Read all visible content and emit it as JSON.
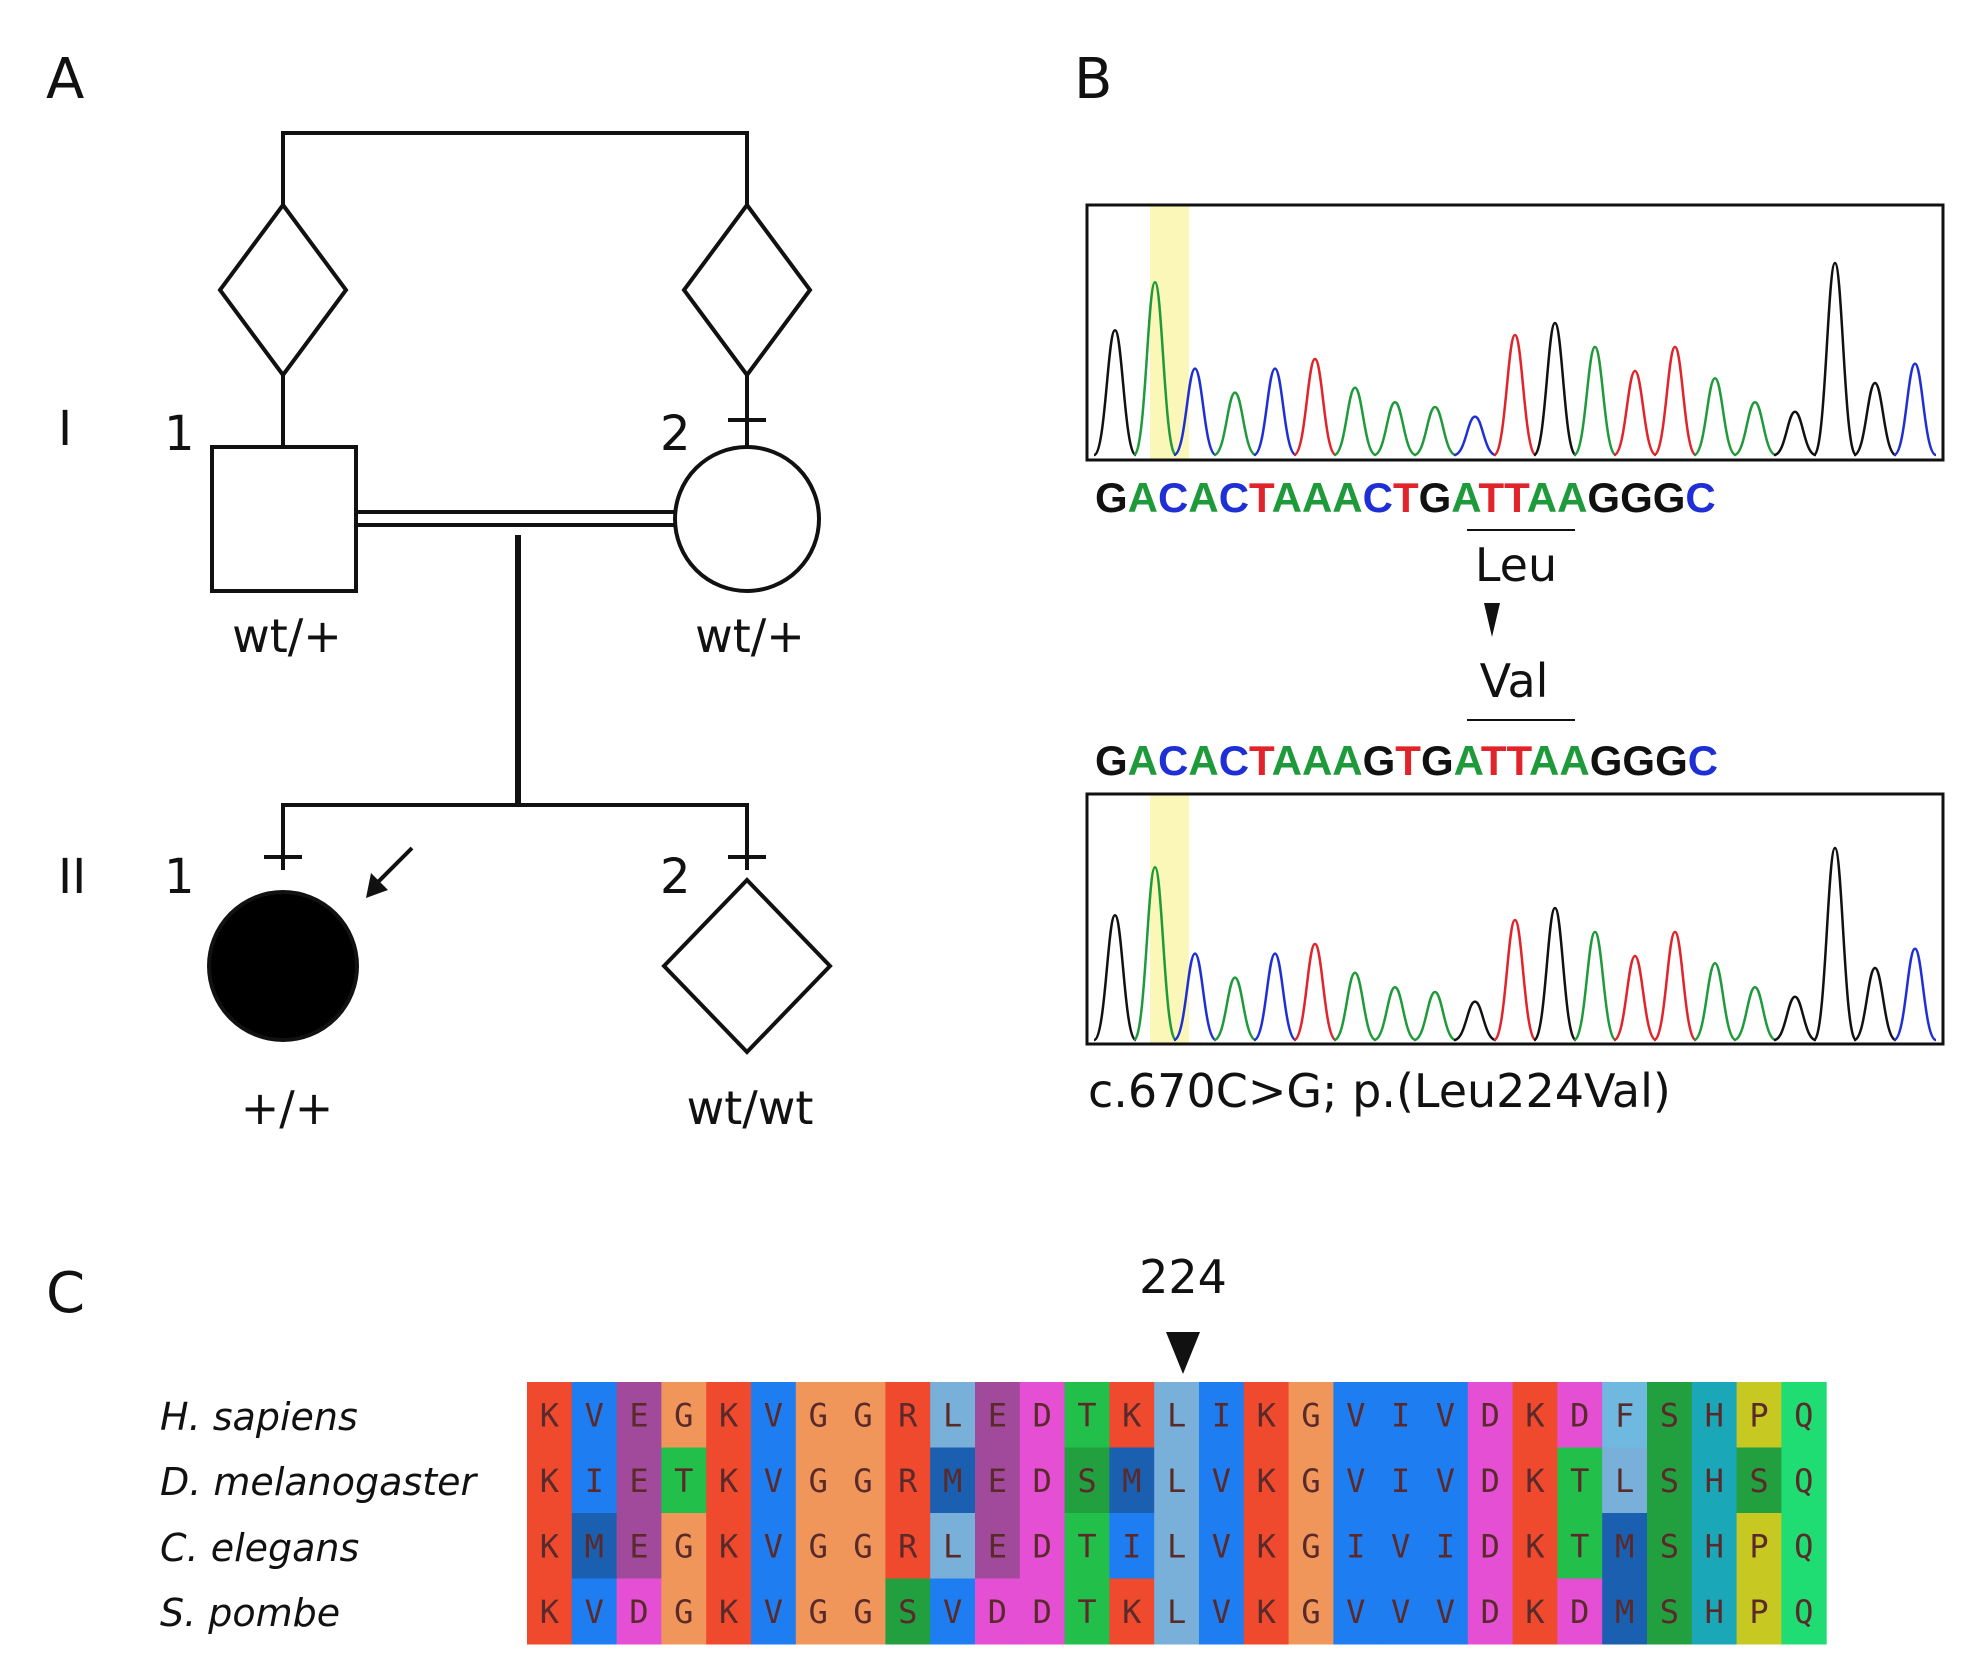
{
  "panels": {
    "a": "A",
    "b": "B",
    "c": "C"
  },
  "pedigree": {
    "generations": [
      "I",
      "II"
    ],
    "individuals": [
      {
        "id": "I-1",
        "number": "1",
        "genotype": "wt/+"
      },
      {
        "id": "I-2",
        "number": "2",
        "genotype": "wt/+"
      },
      {
        "id": "II-1",
        "number": "1",
        "genotype": "+/+"
      },
      {
        "id": "II-2",
        "number": "2",
        "genotype": "wt/wt"
      }
    ]
  },
  "sequencing": {
    "reference_seq": "GACACTAAACTGATTAAGGGC",
    "mutant_seq": "GACACTAAAGTGATTAAGGGC",
    "ref_aa": "Leu",
    "mut_aa": "Val",
    "variant": "c.670C>G; p.(Leu224Val)",
    "base_colors": {
      "A": "#1f9a3a",
      "C": "#1f2fd6",
      "G": "#111111",
      "T": "#e0242a"
    }
  },
  "alignment": {
    "position_label": "224",
    "rows": [
      {
        "species": "H. sapiens",
        "seq": "KVEGKVGGRLEDTKLIKGVIVDKDFSHPQ"
      },
      {
        "species": "D. melanogaster",
        "seq": "KIETKVGGRMEDSMLVKGVIVDKTLSHSQ"
      },
      {
        "species": "C. elegans",
        "seq": "KMEGKVGGRLEDTILVKGIVIDKTMSHPQ"
      },
      {
        "species": "S. pombe",
        "seq": "KVDGKVGGSVDDTKLVKGVVVDKDMSHPQ"
      }
    ]
  }
}
